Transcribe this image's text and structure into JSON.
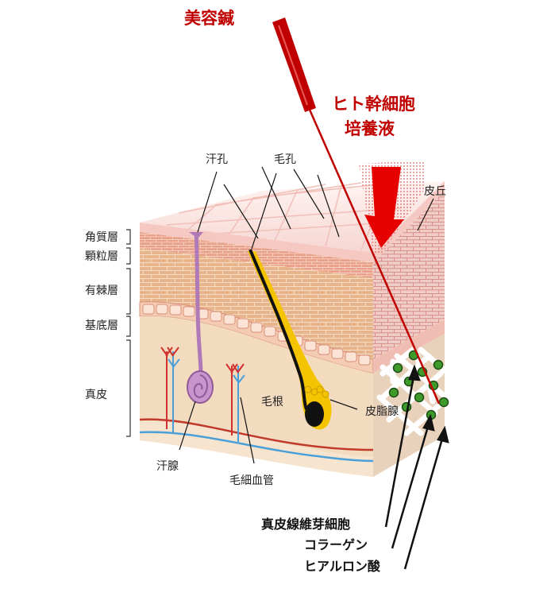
{
  "injection": {
    "tool_label": "美容鍼",
    "liquid_line1": "ヒト幹細胞",
    "liquid_line2": "培養液"
  },
  "epidermis_layers": {
    "stratum_corneum": "角質層",
    "stratum_granulosum": "顆粒層",
    "stratum_spinosum": "有棘層",
    "stratum_basale": "基底層",
    "dermis": "真皮"
  },
  "structures": {
    "sweat_pore": "汗孔",
    "hair_pore": "毛孔",
    "skin_ridge": "皮丘",
    "hair_root": "毛根",
    "sebaceous_gland": "皮脂腺",
    "sweat_gland": "汗腺",
    "capillary": "毛細血管"
  },
  "dermis_components": {
    "fibroblast": "真皮線維芽細胞",
    "collagen": "コラーゲン",
    "hyaluronic_acid": "ヒアルロン酸"
  },
  "colors": {
    "needle": "#c00000",
    "arrow": "#e60000",
    "hair": "#f5c400",
    "sweat_gland": "#b07ab8",
    "fibroblast": "#3e9b2b"
  }
}
